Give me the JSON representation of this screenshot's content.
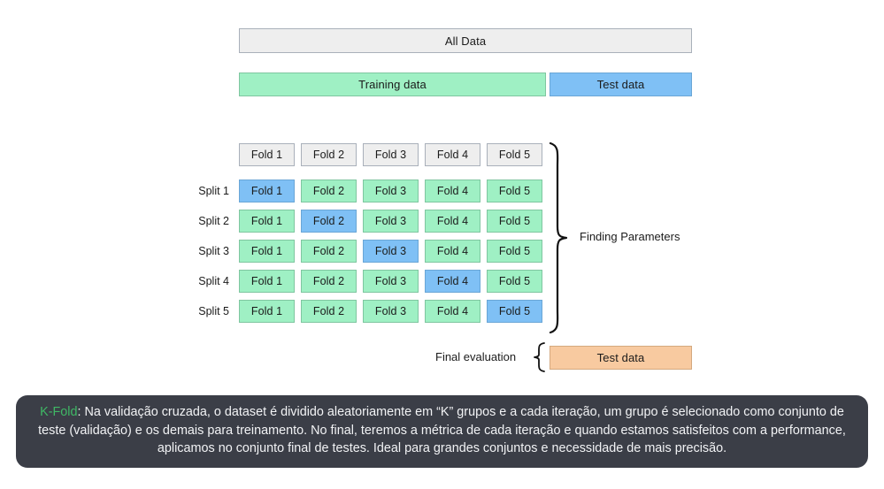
{
  "diagram": {
    "all_data": {
      "label": "All Data"
    },
    "split_bars": {
      "training": "Training data",
      "test": "Test data"
    },
    "fold_header": [
      "Fold 1",
      "Fold 2",
      "Fold 3",
      "Fold 4",
      "Fold 5"
    ],
    "splits": [
      {
        "label": "Split 1",
        "folds": [
          "Fold 1",
          "Fold 2",
          "Fold 3",
          "Fold 4",
          "Fold 5"
        ],
        "test_index": 0
      },
      {
        "label": "Split 2",
        "folds": [
          "Fold 1",
          "Fold 2",
          "Fold 3",
          "Fold 4",
          "Fold 5"
        ],
        "test_index": 1
      },
      {
        "label": "Split 3",
        "folds": [
          "Fold 1",
          "Fold 2",
          "Fold 3",
          "Fold 4",
          "Fold 5"
        ],
        "test_index": 2
      },
      {
        "label": "Split 4",
        "folds": [
          "Fold 1",
          "Fold 2",
          "Fold 3",
          "Fold 4",
          "Fold 5"
        ],
        "test_index": 3
      },
      {
        "label": "Split 5",
        "folds": [
          "Fold 1",
          "Fold 2",
          "Fold 3",
          "Fold 4",
          "Fold 5"
        ],
        "test_index": 4
      }
    ],
    "finding_parameters_label": "Finding Parameters",
    "final_evaluation_label": "Final evaluation",
    "final_test_data": "Test data"
  },
  "caption": {
    "term": "K-Fold",
    "body": ": Na validação cruzada, o dataset é dividido aleatoriamente em “K” grupos e a cada iteração, um grupo é selecionado como conjunto de teste (validação) e os demais para treinamento. No final, teremos a métrica de cada iteração e quando estamos satisfeitos com a performance, aplicamos no conjunto final de testes. Ideal para grandes conjuntos e necessidade de mais precisão."
  },
  "colors": {
    "neutral": "#eeeeee",
    "train_green": "#9ff0c4",
    "test_blue": "#7fc0f5",
    "final_orange": "#f8caa0",
    "caption_bg": "#3b3e47",
    "caption_term": "#3fb865"
  }
}
